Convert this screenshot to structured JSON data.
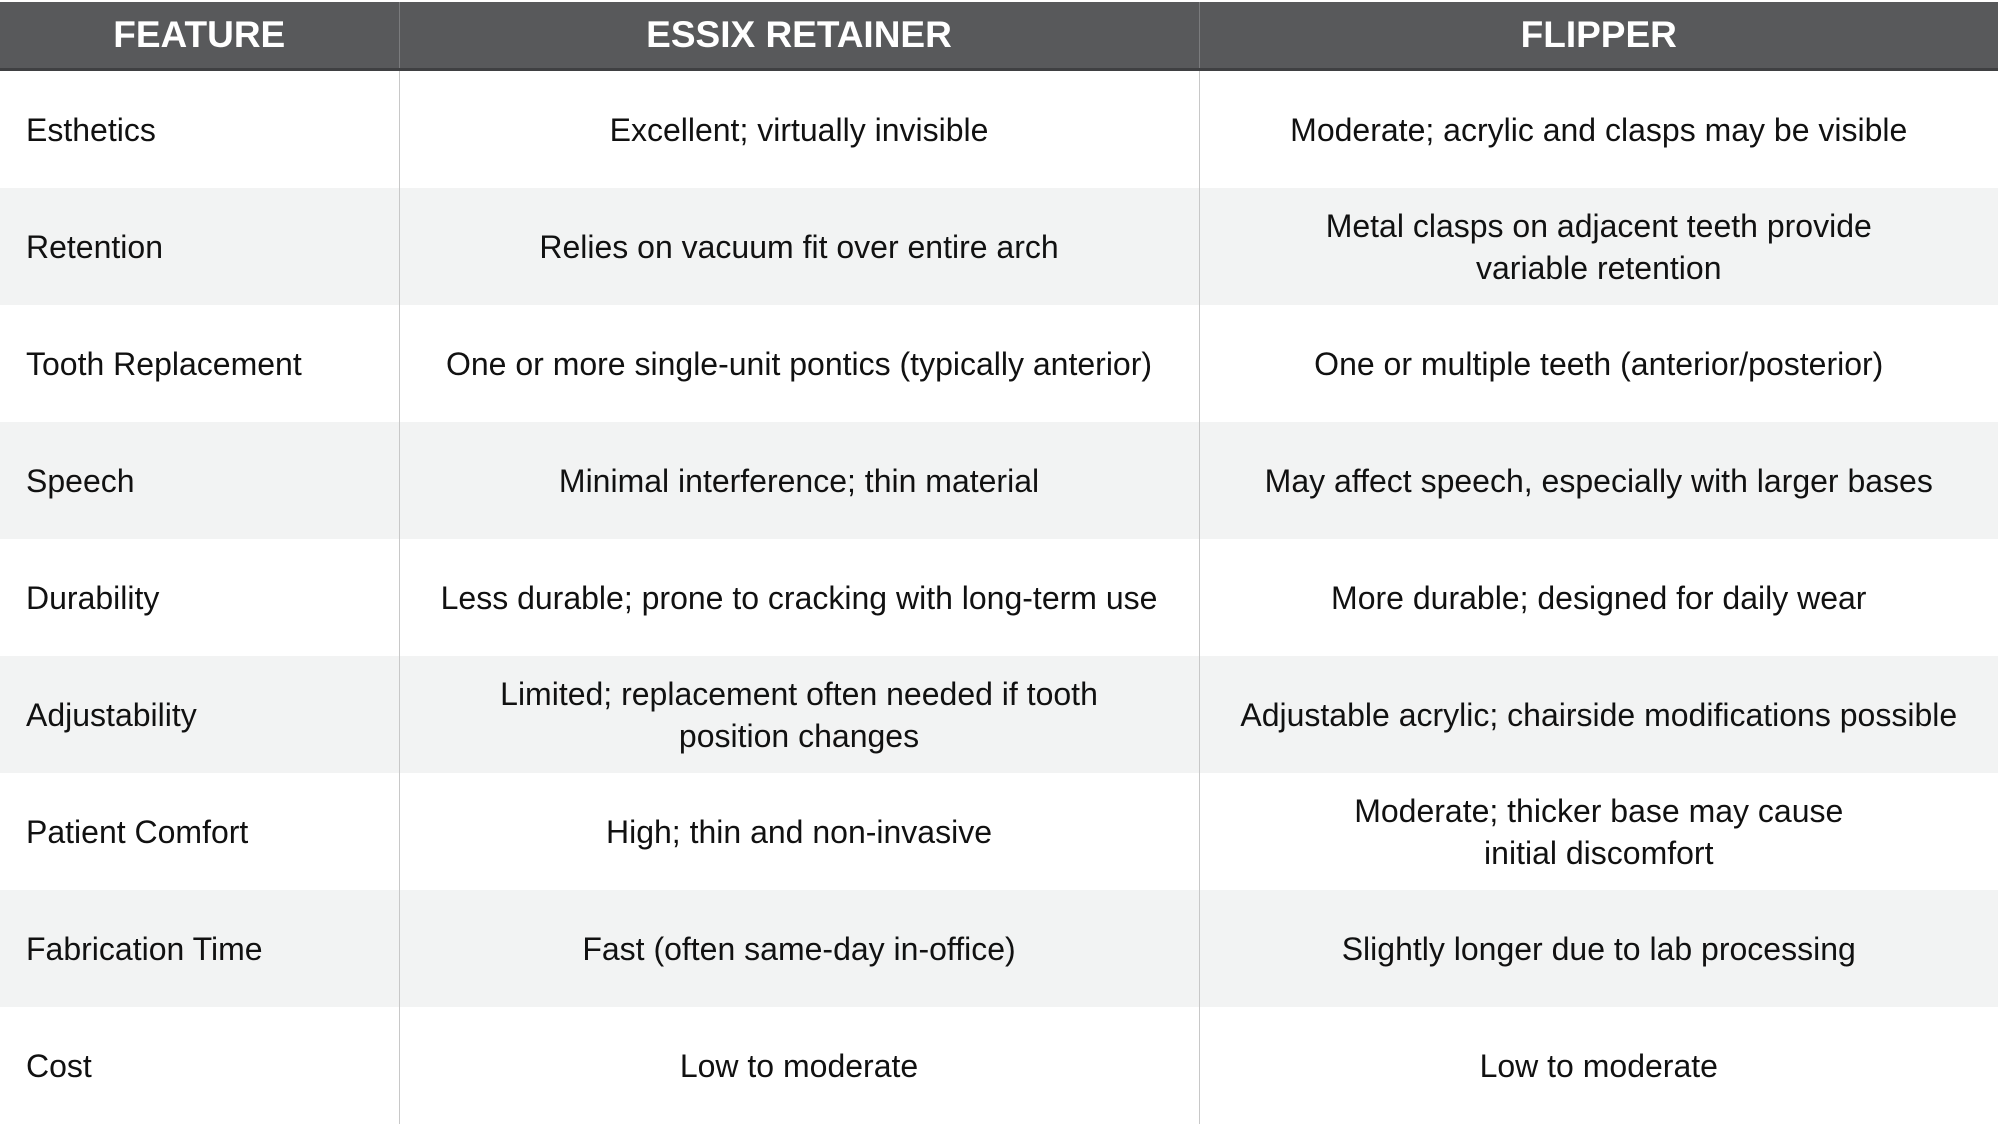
{
  "table": {
    "headers": [
      "FEATURE",
      "ESSIX RETAINER",
      "FLIPPER"
    ],
    "rows": [
      {
        "feature": "Esthetics",
        "essix": "Excellent; virtually invisible",
        "flipper": "Moderate; acrylic and clasps may be visible"
      },
      {
        "feature": "Retention",
        "essix": "Relies on vacuum fit over entire arch",
        "flipper": "Metal clasps on adjacent teeth provide variable retention"
      },
      {
        "feature": "Tooth Replacement",
        "essix": "One or more single-unit pontics (typically anterior)",
        "flipper": "One or multiple teeth (anterior/posterior)"
      },
      {
        "feature": "Speech",
        "essix": "Minimal interference; thin material",
        "flipper": "May affect speech, especially with larger bases"
      },
      {
        "feature": "Durability",
        "essix": "Less durable; prone to cracking with long-term use",
        "flipper": "More durable; designed for daily wear"
      },
      {
        "feature": "Adjustability",
        "essix": "Limited; replacement often needed if tooth position changes",
        "flipper": "Adjustable acrylic; chairside modifications possible"
      },
      {
        "feature": "Patient Comfort",
        "essix": "High; thin and non-invasive",
        "flipper": "Moderate; thicker base may cause initial discomfort"
      },
      {
        "feature": "Fabrication Time",
        "essix": "Fast (often same-day in-office)",
        "flipper": "Slightly longer due to lab processing"
      },
      {
        "feature": "Cost",
        "essix": "Low to moderate",
        "flipper": "Low to moderate"
      }
    ]
  },
  "colors": {
    "header_bg": "#58595b",
    "header_text": "#ffffff",
    "stripe_bg": "#f2f3f3",
    "body_text": "#111111"
  }
}
